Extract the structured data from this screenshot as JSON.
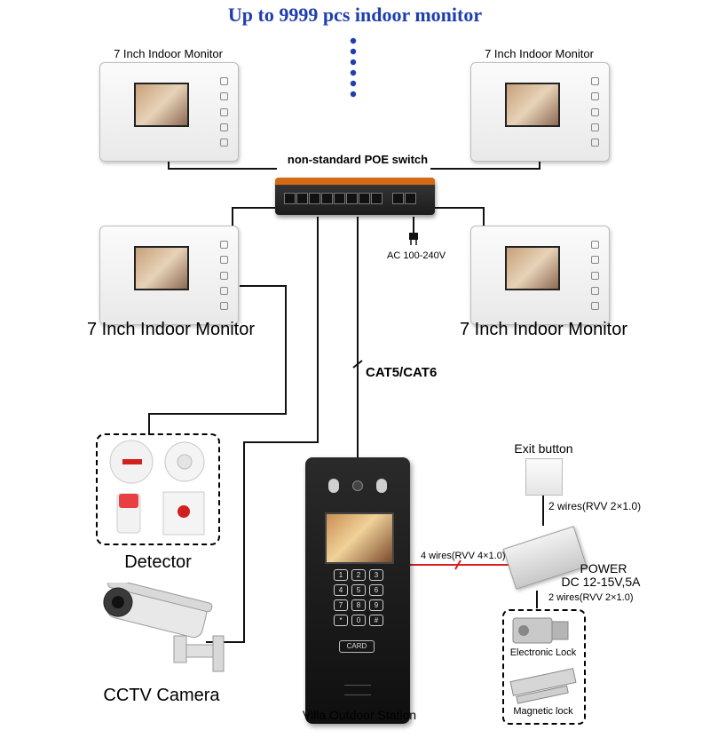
{
  "title": "Up to 9999 pcs indoor monitor",
  "monitors": {
    "top_left_label": "7 Inch Indoor Monitor",
    "top_right_label": "7 Inch Indoor Monitor",
    "bottom_left_label": "7 Inch Indoor Monitor",
    "bottom_right_label": "7 Inch Indoor Monitor"
  },
  "switch": {
    "label": "non-standard POE switch",
    "power_label": "AC 100-240V"
  },
  "cable_label": "CAT5/CAT6",
  "detector_label": "Detector",
  "camera_label": "CCTV Camera",
  "station": {
    "label": "Villa Outdoor Station",
    "card_label": "CARD",
    "keys": [
      "1",
      "2",
      "3",
      "4",
      "5",
      "6",
      "7",
      "8",
      "9",
      "*",
      "0",
      "#"
    ]
  },
  "wiring": {
    "station_to_power": "4 wires(RVV 4×1.0)",
    "exit_to_power": "2 wires(RVV 2×1.0)",
    "power_to_lock": "2 wires(RVV 2×1.0)"
  },
  "exit_button_label": "Exit button",
  "power": {
    "label": "POWER",
    "spec": "DC 12-15V,5A"
  },
  "locks": {
    "electronic": "Electronic Lock",
    "magnetic": "Magnetic lock"
  },
  "colors": {
    "title": "#1f3fb0",
    "signal_wire": "#d62020"
  }
}
